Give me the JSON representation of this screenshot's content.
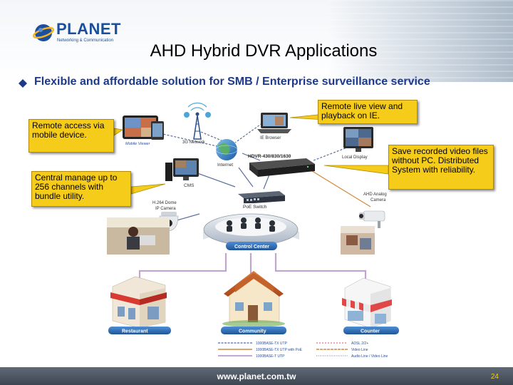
{
  "header": {
    "logo_word": "PLANET",
    "logo_tagline": "Networking & Communication",
    "title": "AHD Hybrid DVR Applications",
    "subtitle": "Flexible and affordable solution for SMB / Enterprise surveillance service"
  },
  "callouts": {
    "mobile": "Remote access via mobile device.",
    "central": "Central manage up to 256 channels with bundle utility.",
    "remote": "Remote live view and playback on IE.",
    "save": "Save recorded video files without PC. Distributed System with reliability."
  },
  "diagram": {
    "mobile_viewer": "Mobile Viewer",
    "network_3g": "3G Network",
    "ie_browser": "IE Browser",
    "internet": "Internet",
    "dvr_model": "HDVR-430/830/1630",
    "local_display": "Local Display",
    "cms": "CMS",
    "ip_camera": "H.264 Dome\nIP Camera",
    "ahd_camera": "AHD Analog\nCamera",
    "poe_switch": "PoE Switch",
    "control_center": "Control Center",
    "restaurant": "Restaurant",
    "community": "Community",
    "counter": "Counter"
  },
  "legend": [
    {
      "label": "1000BASE-TX UTP",
      "color": "#6b84b8"
    },
    {
      "label": "1000BASE-TX UTP with PoE",
      "color": "#d08a3c"
    },
    {
      "label": "1000BASE-T UTP",
      "color": "#b48ac6"
    },
    {
      "label": "ADSL 2/2+",
      "color": "#e28a9a"
    },
    {
      "label": "Video Line",
      "color": "#d08a3c"
    },
    {
      "label": "Audio Line / Video Line",
      "color": "#9aa8c4"
    }
  ],
  "footer": {
    "url": "www.planet.com.tw",
    "page": "24"
  },
  "colors": {
    "brand_blue": "#1b4f9c",
    "subtitle_blue": "#1d3a8a",
    "callout_yellow": "#f6cc1a",
    "bus_blue": "#2d6bb0",
    "purple_link": "#b48ac6",
    "footer": "#4b5560"
  }
}
